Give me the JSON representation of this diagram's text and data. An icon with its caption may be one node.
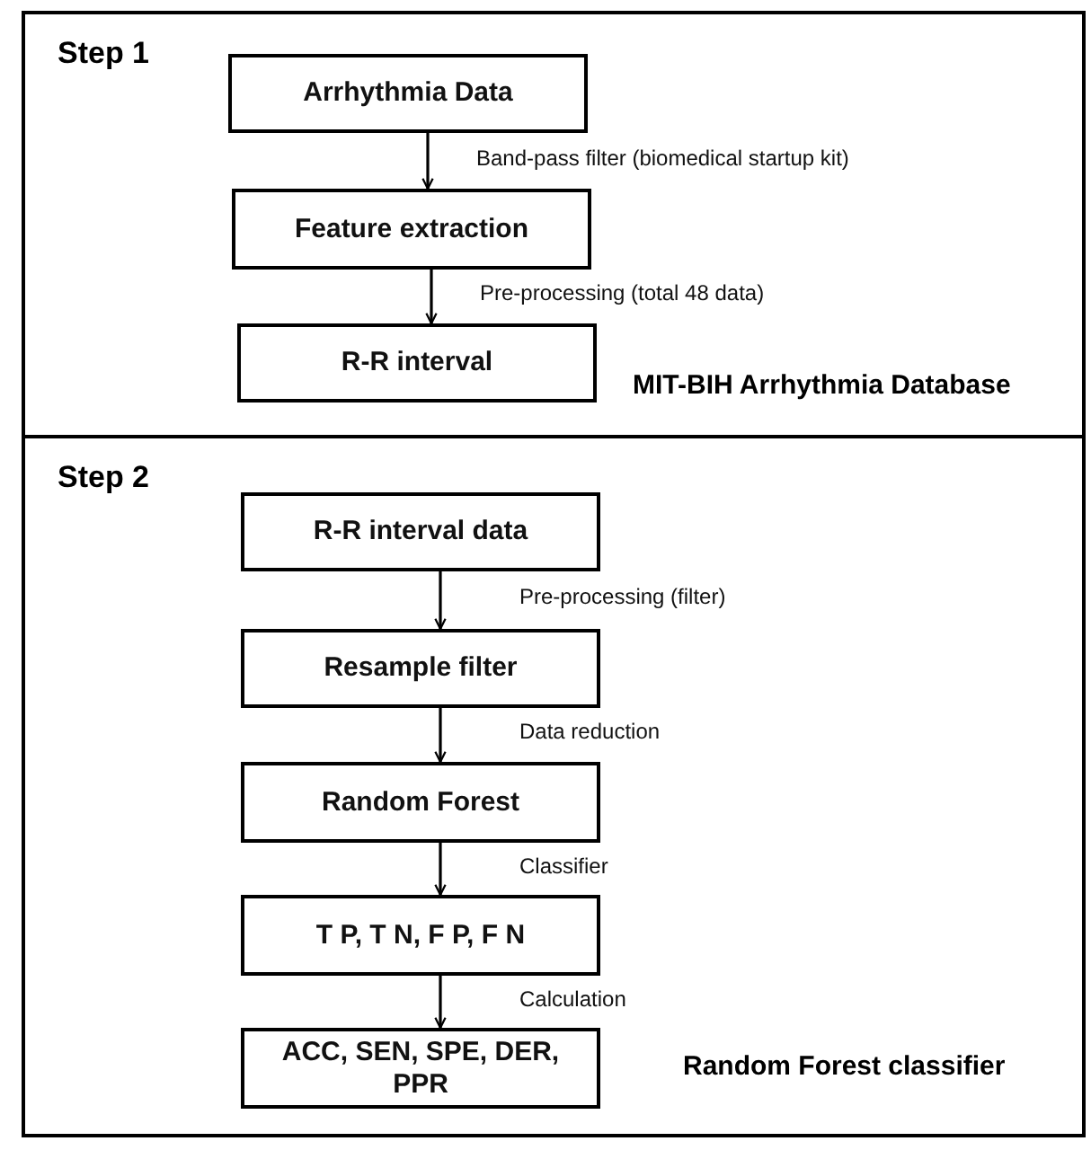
{
  "diagram": {
    "nodes": [
      {
        "text": [
          "Step 1",
          "MIT-BIH Arrhythmia Database"
        ]
      },
      {
        "text": [
          "Arrhythmia Data"
        ],
        "in": 0
      },
      {
        "text": [
          "Feature extraction"
        ],
        "in": 0
      },
      {
        "text": [
          "R-R interval"
        ],
        "in": 0
      },
      {
        "text": [
          "Step 2",
          "Random Forest classifier"
        ]
      },
      {
        "text": [
          "R-R interval data"
        ],
        "in": 4
      },
      {
        "text": [
          "Resample filter"
        ],
        "in": 4
      },
      {
        "text": [
          "Random Forest"
        ],
        "in": 4
      },
      {
        "text": [
          "T P, T N, F P, F N"
        ],
        "in": 4
      },
      {
        "text": [
          "ACC, SEN, SPE, DER, PPR"
        ],
        "in": 4
      }
    ],
    "edges": [
      {
        "from": 1,
        "to": 2,
        "arrow": "to",
        "label": "Band-pass filter (biomedical startup kit)"
      },
      {
        "from": 2,
        "to": 3,
        "arrow": "to",
        "label": "Pre-processing (total 48 data)"
      },
      {
        "from": 5,
        "to": 6,
        "arrow": "to",
        "label": "Pre-processing (filter)"
      },
      {
        "from": 6,
        "to": 7,
        "arrow": "to",
        "label": "Data reduction"
      },
      {
        "from": 7,
        "to": 8,
        "arrow": "to",
        "label": "Classifier"
      },
      {
        "from": 8,
        "to": 9,
        "arrow": "to",
        "label": "Calculation"
      }
    ]
  }
}
